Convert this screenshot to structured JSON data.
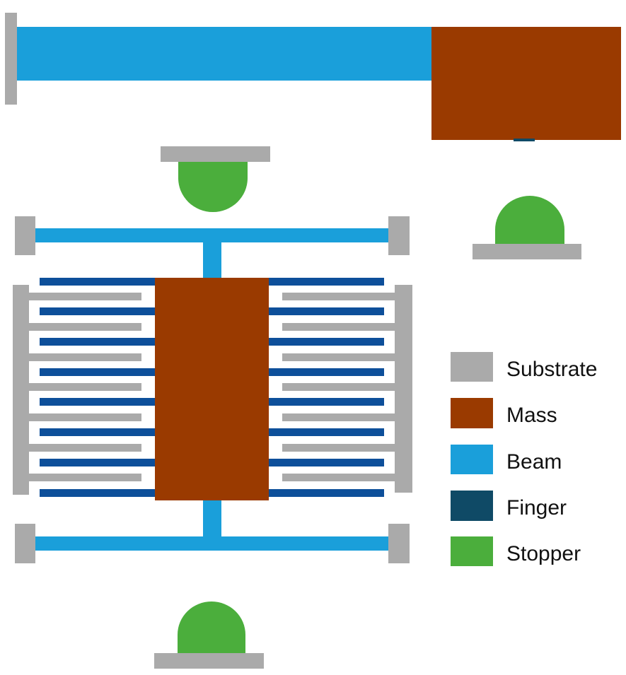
{
  "colors": {
    "substrate": "#AAAAAA",
    "mass": "#9A3A00",
    "beam": "#1A9FDA",
    "finger": "#0F4A66",
    "finger_blue": "#0D4F9A",
    "stopper": "#4BAE3C"
  },
  "legend": [
    {
      "key": "substrate",
      "label": "Substrate"
    },
    {
      "key": "mass",
      "label": "Mass"
    },
    {
      "key": "beam",
      "label": "Beam"
    },
    {
      "key": "finger",
      "label": "Finger"
    },
    {
      "key": "stopper",
      "label": "Stopper"
    }
  ]
}
